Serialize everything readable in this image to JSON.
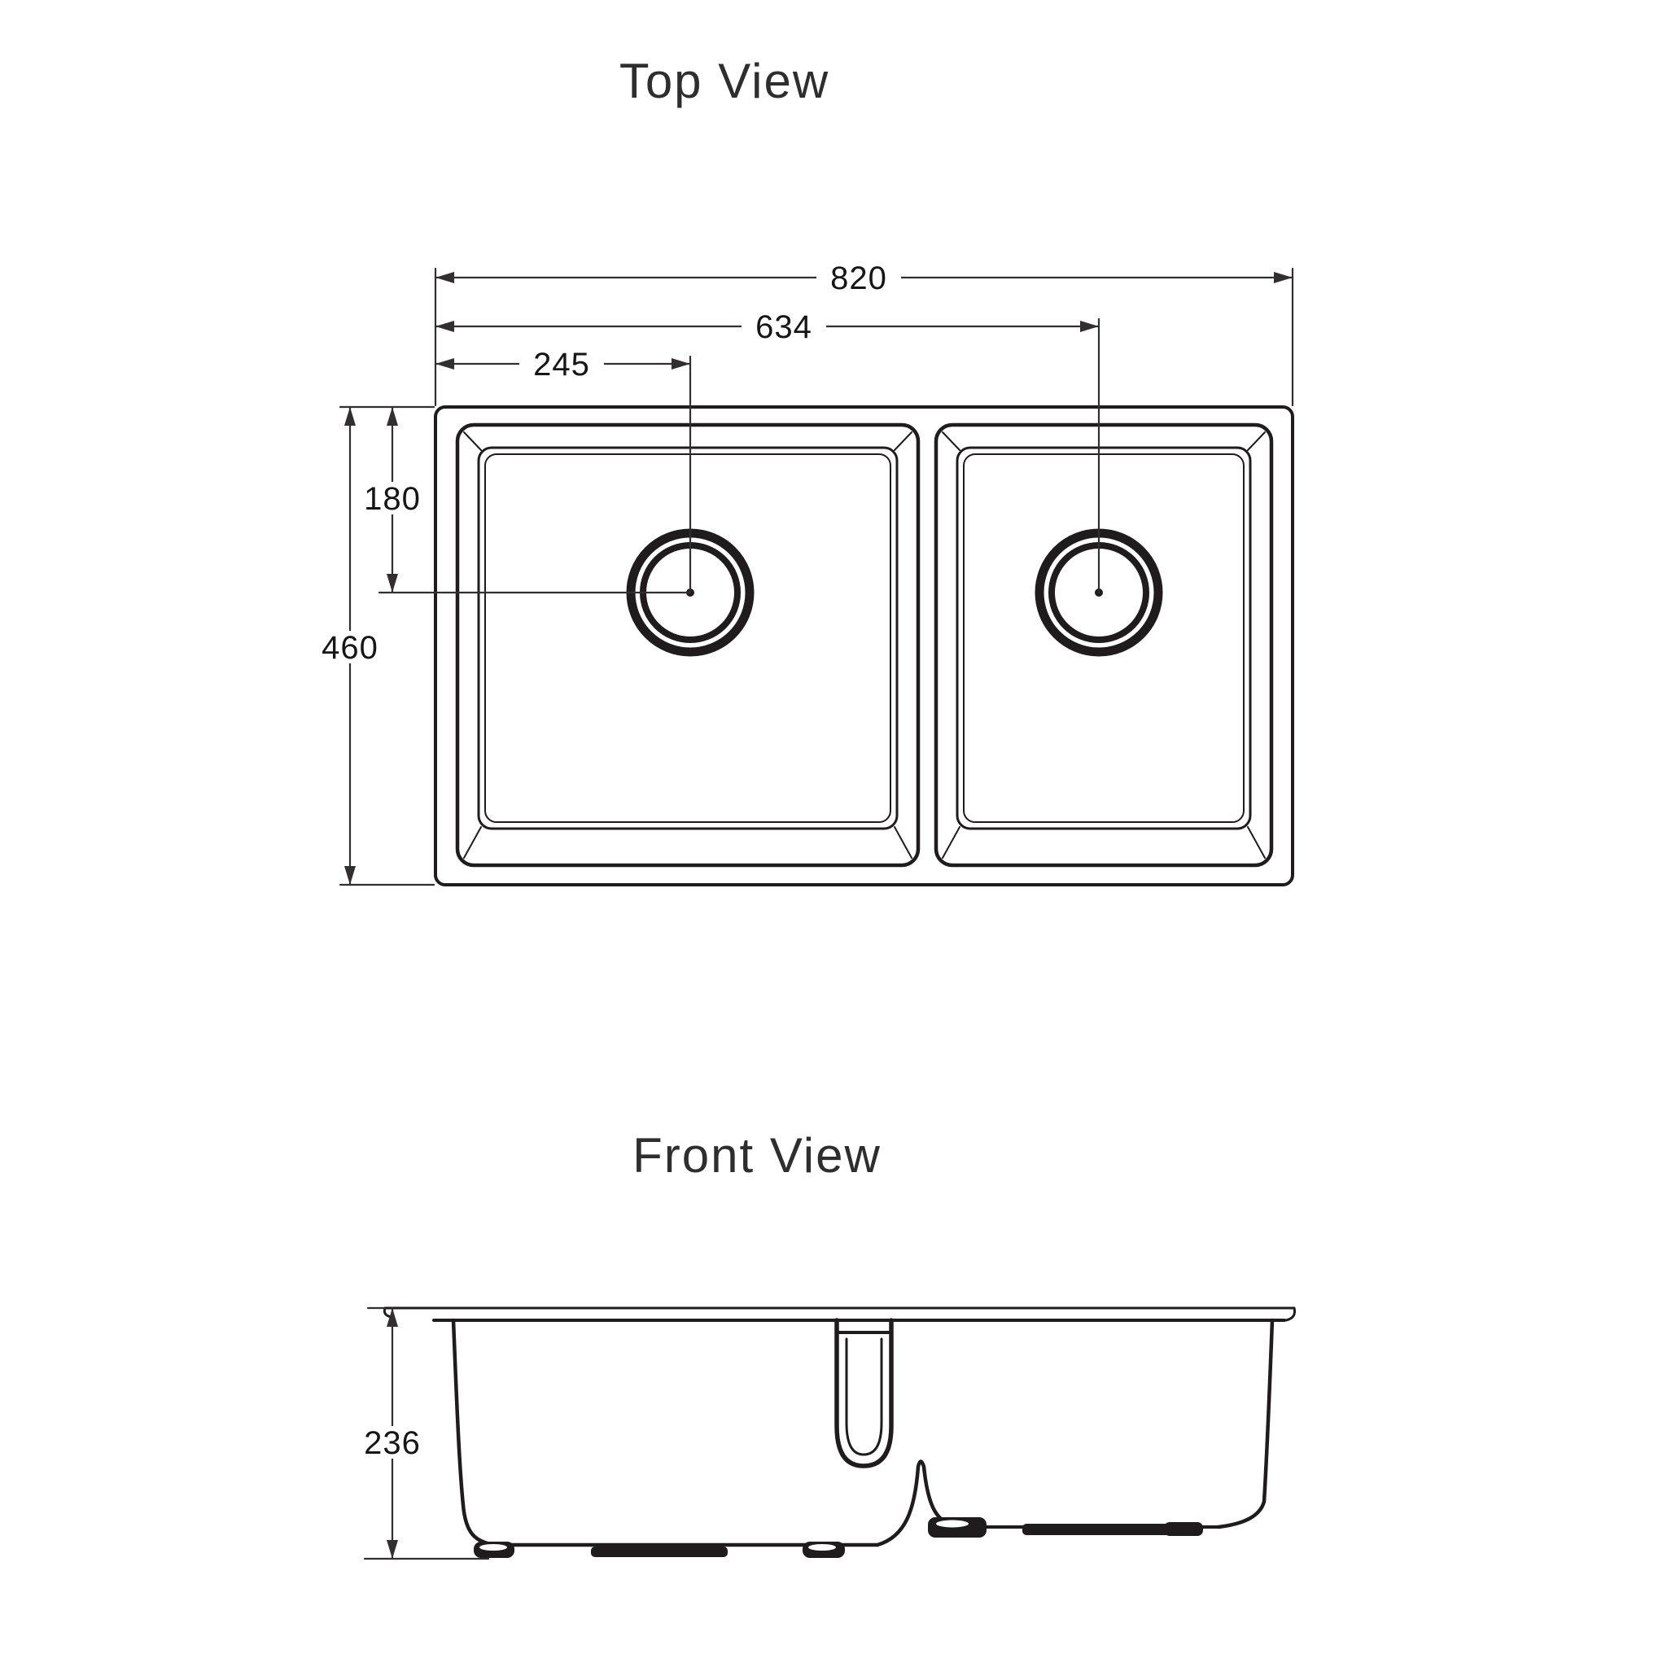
{
  "page": {
    "background_color": "#ffffff",
    "line_color": "#201c1d",
    "dimension_line_color": "#332e30"
  },
  "top_view": {
    "title": "Top View",
    "dimensions": {
      "overall_width": "820",
      "right_drain_offset": "634",
      "left_drain_offset": "245",
      "drain_offset_from_top": "180",
      "overall_depth": "460"
    }
  },
  "front_view": {
    "title": "Front View",
    "dimensions": {
      "overall_height": "236"
    }
  }
}
